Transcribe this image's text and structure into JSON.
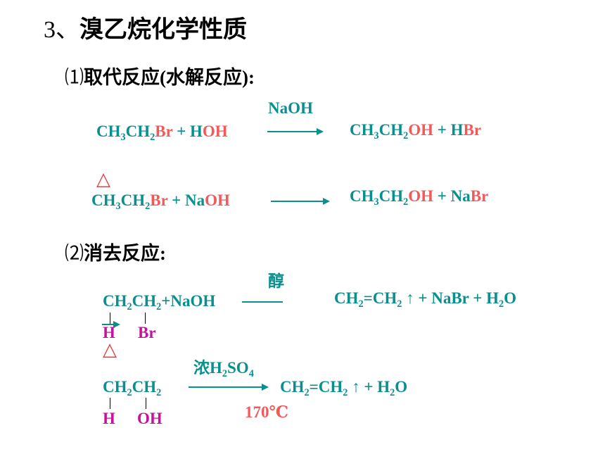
{
  "title": {
    "number": "3、",
    "text": "溴乙烷化学性质"
  },
  "section1": {
    "num": "⑴",
    "text": "取代反应(水解反应):"
  },
  "section2": {
    "num": "⑵",
    "text": "消去反应:"
  },
  "r1": {
    "condition": "NaOH",
    "left": {
      "a": "CH",
      "s1": "3",
      "b": "CH",
      "s2": "2",
      "br": "Br",
      "plus": " + H",
      "oh": "OH"
    },
    "right": {
      "a": "CH",
      "s1": "3",
      "b": "CH",
      "s2": "2",
      "oh": "OH",
      "plus": " + H",
      "br": "Br"
    }
  },
  "r2": {
    "delta": "△",
    "left": {
      "a": "CH",
      "s1": "3",
      "b": "CH",
      "s2": "2",
      "br": "Br",
      "plus": " + Na",
      "oh": "OH"
    },
    "right": {
      "a": "CH",
      "s1": "3",
      "b": "CH",
      "s2": "2",
      "oh": "OH",
      "plus": " + Na",
      "br": "Br"
    }
  },
  "r3": {
    "condition": "醇",
    "delta": "△",
    "left": {
      "a": "CH",
      "s1": "2",
      "b": "CH",
      "s2": "2",
      "c": "+NaOH"
    },
    "sub_h": "H",
    "sub_br": "Br",
    "right": {
      "a": "CH",
      "s1": "2",
      "b": "=CH",
      "s2": "2",
      "c": " ↑ + NaBr  + H",
      "s3": "2",
      "d": "O"
    }
  },
  "r4": {
    "cond_a": "浓H",
    "cond_s1": "2",
    "cond_b": "SO",
    "cond_s2": "4",
    "temp": "170℃",
    "left": {
      "a": "CH",
      "s1": "2",
      "b": "CH",
      "s2": "2"
    },
    "sub_h": "H",
    "sub_oh": "OH",
    "right": {
      "a": "CH",
      "s1": "2",
      "b": "=CH",
      "s2": "2",
      "c": " ↑   +  H",
      "s3": "2",
      "d": "O"
    }
  }
}
